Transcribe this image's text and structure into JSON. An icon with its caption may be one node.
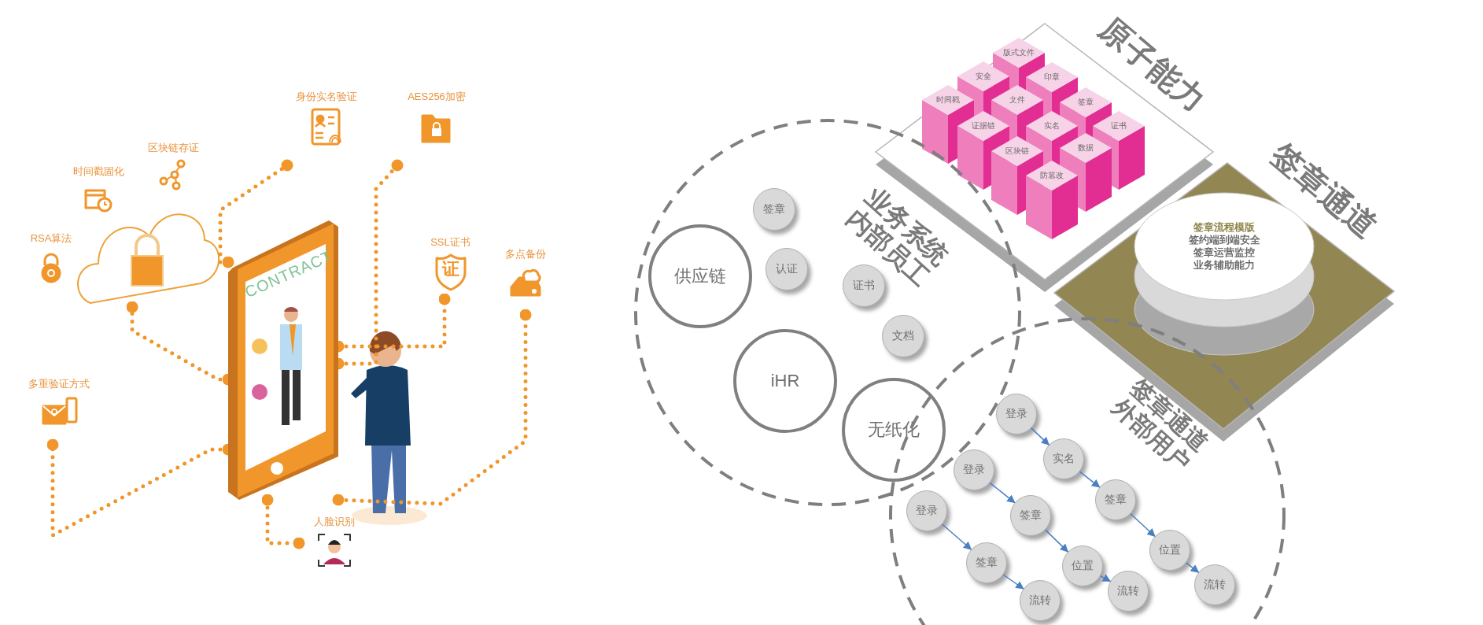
{
  "diagram": {
    "nodes": [
      {
        "text": [
          "CONTRACT"
        ]
      },
      {
        "text": [
          "RSA算法"
        ]
      },
      {
        "text": [
          "时间戳固化"
        ]
      },
      {
        "text": [
          "区块链存证"
        ]
      },
      {
        "text": [],
        "shape": "cloud"
      },
      {
        "text": [
          "身份实名验证"
        ]
      },
      {
        "text": [
          "AES256加密"
        ]
      },
      {
        "text": [
          "SSL证书",
          "证"
        ]
      },
      {
        "text": [
          "多点备份"
        ]
      },
      {
        "text": [
          "多重验证方式"
        ]
      },
      {
        "text": [
          "人脸识别"
        ]
      },
      {
        "text": [
          "原子能力"
        ]
      },
      {
        "text": [
          "版式文件"
        ],
        "in": 11
      },
      {
        "text": [
          "安全"
        ],
        "in": 11
      },
      {
        "text": [
          "印章"
        ],
        "in": 11
      },
      {
        "text": [
          "时间戳"
        ],
        "in": 11
      },
      {
        "text": [
          "文件"
        ],
        "in": 11
      },
      {
        "text": [
          "签章"
        ],
        "in": 11
      },
      {
        "text": [
          "证据链"
        ],
        "in": 11
      },
      {
        "text": [
          "实名"
        ],
        "in": 11
      },
      {
        "text": [
          "证书"
        ],
        "in": 11
      },
      {
        "text": [
          "区块链"
        ],
        "in": 11
      },
      {
        "text": [
          "数据"
        ],
        "in": 11
      },
      {
        "text": [
          "防篡改"
        ],
        "in": 11
      },
      {
        "text": [
          "签章通道"
        ]
      },
      {
        "text": [
          "签章流程模版",
          "签约端到端安全",
          "签章运营监控",
          "业务辅助能力"
        ],
        "in": 24
      },
      {
        "text": [
          "业务系统内部员工"
        ]
      },
      {
        "text": [
          "供应链"
        ],
        "in": 26
      },
      {
        "text": [
          "iHR"
        ],
        "in": 26
      },
      {
        "text": [
          "无纸化"
        ],
        "in": 26
      },
      {
        "text": [
          "签章"
        ],
        "in": 26
      },
      {
        "text": [
          "认证"
        ],
        "in": 26
      },
      {
        "text": [
          "证书"
        ],
        "in": 26
      },
      {
        "text": [
          "文档"
        ],
        "in": 26
      },
      {
        "text": [
          "签章通道外部用户"
        ]
      },
      {
        "text": [
          "登录"
        ],
        "in": 34
      },
      {
        "text": [
          "实名"
        ],
        "in": 34
      },
      {
        "text": [
          "签章"
        ],
        "in": 34
      },
      {
        "text": [
          "位置"
        ],
        "in": 34
      },
      {
        "text": [
          "流转"
        ],
        "in": 34
      },
      {
        "text": [
          "登录"
        ],
        "in": 34
      },
      {
        "text": [
          "签章"
        ],
        "in": 34
      },
      {
        "text": [
          "位置"
        ],
        "in": 34
      },
      {
        "text": [
          "流转"
        ],
        "in": 34
      },
      {
        "text": [
          "登录"
        ],
        "in": 34
      },
      {
        "text": [
          "签章"
        ],
        "in": 34
      },
      {
        "text": [
          "流转"
        ],
        "in": 34
      }
    ],
    "edges": [
      {
        "from": 0,
        "to": 4,
        "arrow": "other",
        "style": "dashed",
        "color": "#f0962a"
      },
      {
        "from": 0,
        "to": 5,
        "arrow": "other",
        "style": "dashed",
        "color": "#f0962a"
      },
      {
        "from": 0,
        "to": 6,
        "arrow": "other",
        "style": "dashed",
        "color": "#f0962a"
      },
      {
        "from": 0,
        "to": 7,
        "arrow": "other",
        "style": "dashed",
        "color": "#f0962a"
      },
      {
        "from": 0,
        "to": 8,
        "arrow": "other",
        "style": "dashed",
        "color": "#f0962a"
      },
      {
        "from": 0,
        "to": 9,
        "arrow": "other",
        "style": "dashed",
        "color": "#f0962a"
      },
      {
        "from": 0,
        "to": 10,
        "arrow": "other",
        "style": "dashed",
        "color": "#f0962a"
      },
      {
        "from": 35,
        "to": 36,
        "arrow": "to"
      },
      {
        "from": 36,
        "to": 37,
        "arrow": "to"
      },
      {
        "from": 37,
        "to": 38,
        "arrow": "to"
      },
      {
        "from": 38,
        "to": 39,
        "arrow": "to"
      },
      {
        "from": 40,
        "to": 41,
        "arrow": "to"
      },
      {
        "from": 41,
        "to": 42,
        "arrow": "to"
      },
      {
        "from": 42,
        "to": 43,
        "arrow": "to"
      },
      {
        "from": 44,
        "to": 45,
        "arrow": "to"
      },
      {
        "from": 45,
        "to": 46,
        "arrow": "to"
      }
    ]
  }
}
